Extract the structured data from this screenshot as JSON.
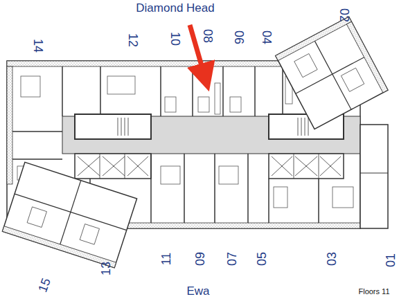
{
  "diagram": {
    "labels": [
      "Diamond Head",
      "14",
      "12",
      "10",
      "08",
      "06",
      "04",
      "02",
      "15",
      "13",
      "11",
      "09",
      "07",
      "05",
      "03",
      "01",
      "Ewa",
      "Floors 11"
    ]
  }
}
